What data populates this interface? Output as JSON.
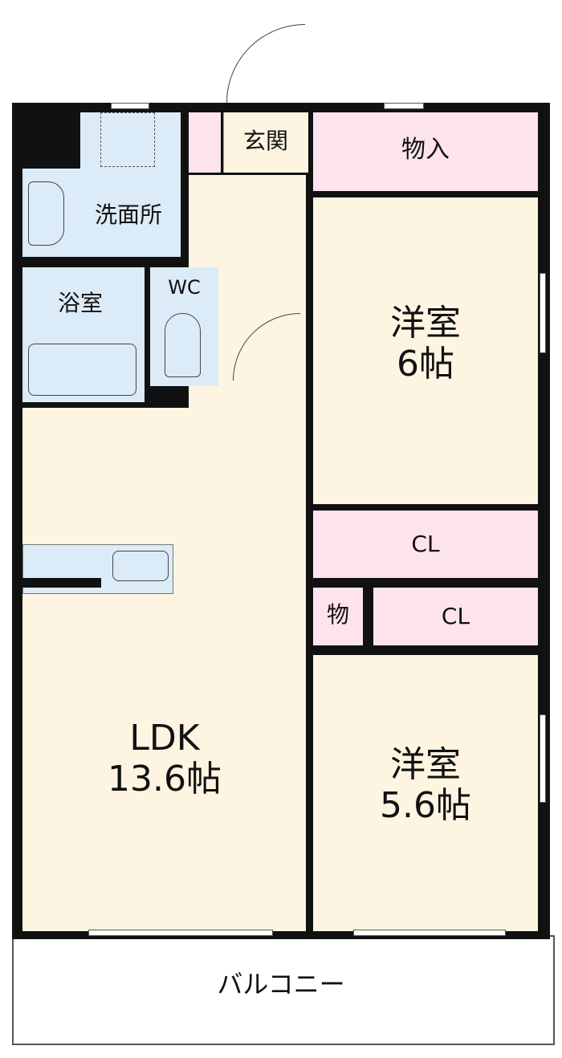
{
  "rooms": {
    "entrance": "玄関",
    "storage_top": "物入",
    "washroom": "洗面所",
    "bathroom": "浴室",
    "toilet": "WC",
    "western_room_1": {
      "name": "洋室",
      "size": "6帖"
    },
    "closet_1": "CL",
    "storage_small": "物",
    "closet_2": "CL",
    "western_room_2": {
      "name": "洋室",
      "size": "5.6帖"
    },
    "ldk": {
      "name": "LDK",
      "size": "13.6帖"
    },
    "balcony": "バルコニー"
  },
  "colors": {
    "living": "#fdf5e1",
    "wet": "#dcebf8",
    "storage": "#fce3ee",
    "wall": "#111111"
  }
}
